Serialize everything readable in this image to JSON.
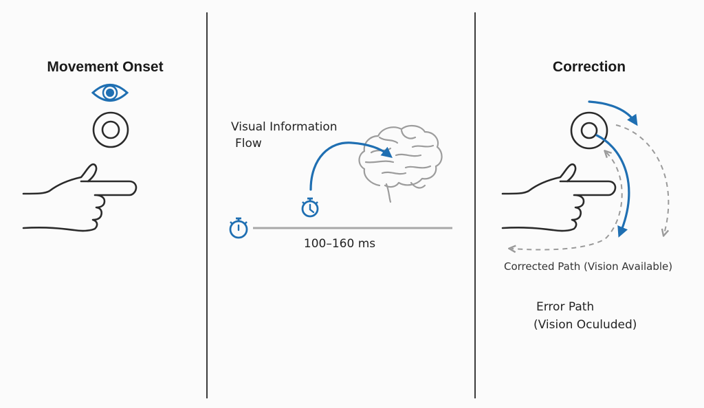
{
  "panels": [
    {
      "title": "Movement Onset"
    },
    {
      "title": "Visual Information",
      "title_line2": "Flow",
      "timing": "100–160 ms"
    },
    {
      "title": "Correction",
      "corrected_label": "Corrected Path (Vision Available)",
      "error_label": "Error Path",
      "error_label_line2": "(Vision Oculuded)"
    }
  ],
  "colors": {
    "accent": "#1f6fb2",
    "ink": "#2a2a2a",
    "muted": "#9a9a9a",
    "background": "#fbfbfb"
  },
  "icons": [
    "eye-icon",
    "target-icon",
    "pointing-hand-icon",
    "stopwatch-icon",
    "brain-icon",
    "arrow-icon"
  ]
}
